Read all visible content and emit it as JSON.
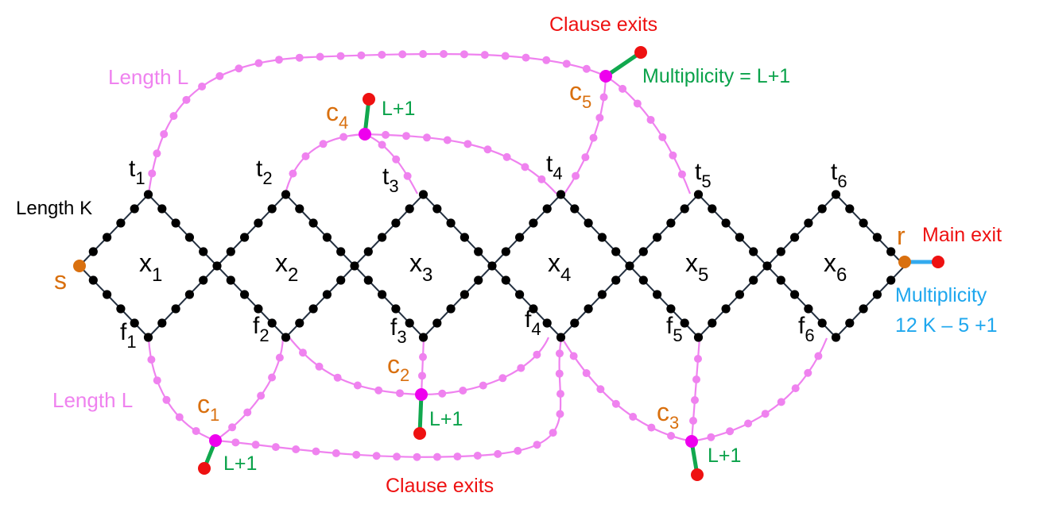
{
  "colors": {
    "diamond_edge": "#243040",
    "diamond_dot": "#000000",
    "clause_path": "#ef82ef",
    "clause_node": "#ee00ee",
    "exit_dot": "#ee1111",
    "clause_exit_edge": "#11a84e",
    "main_exit_edge": "#33aaee",
    "terminal": "#d9700f"
  },
  "labels": {
    "start": "s",
    "end": "r",
    "length_k": "Length K",
    "length_l_top": "Length L",
    "length_l_bottom": "Length L",
    "main_exit": "Main exit",
    "main_mult_1": "Multiplicity",
    "main_mult_2": "12 K – 5 +1",
    "clause_exits_top": "Clause exits",
    "clause_exits_bottom": "Clause exits",
    "multiplicity_c5": "Multiplicity = L+1",
    "lp1": "L+1"
  },
  "variables": [
    {
      "x": "x",
      "t": "t",
      "f": "f",
      "sub": "1"
    },
    {
      "x": "x",
      "t": "t",
      "f": "f",
      "sub": "2"
    },
    {
      "x": "x",
      "t": "t",
      "f": "f",
      "sub": "3"
    },
    {
      "x": "x",
      "t": "t",
      "f": "f",
      "sub": "4"
    },
    {
      "x": "x",
      "t": "t",
      "f": "f",
      "sub": "5"
    },
    {
      "x": "x",
      "t": "t",
      "f": "f",
      "sub": "6"
    }
  ],
  "clauses": [
    {
      "name": "c",
      "sub": "1"
    },
    {
      "name": "c",
      "sub": "2"
    },
    {
      "name": "c",
      "sub": "3"
    },
    {
      "name": "c",
      "sub": "4"
    },
    {
      "name": "c",
      "sub": "5"
    }
  ]
}
